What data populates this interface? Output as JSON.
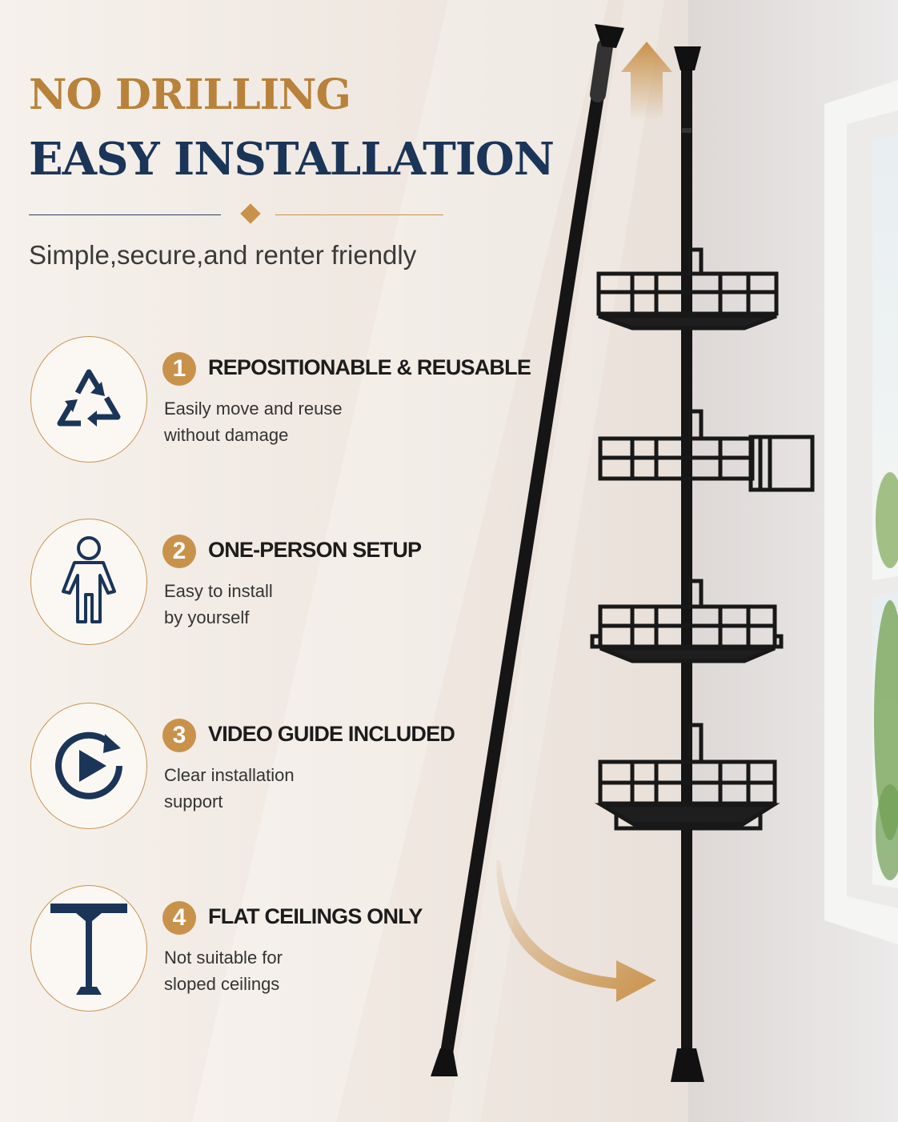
{
  "headline": {
    "line1": "NO DRILLING",
    "line2": "EASY INSTALLATION"
  },
  "subtitle": "Simple,secure,and renter friendly",
  "features": [
    {
      "number": "1",
      "title": "REPOSITIONABLE & REUSABLE",
      "desc_line1": "Easily move and reuse",
      "desc_line2": "without damage",
      "icon": "recycle-icon"
    },
    {
      "number": "2",
      "title": "ONE-PERSON SETUP",
      "desc_line1": "Easy to install",
      "desc_line2": "by yourself",
      "icon": "person-icon"
    },
    {
      "number": "3",
      "title": "VIDEO GUIDE INCLUDED",
      "desc_line1": "Clear installation",
      "desc_line2": "support",
      "icon": "play-refresh-icon"
    },
    {
      "number": "4",
      "title": "FLAT CEILINGS ONLY",
      "desc_line1": "Not suitable for",
      "desc_line2": "sloped ceilings",
      "icon": "flat-ceiling-icon"
    }
  ],
  "colors": {
    "gold": "#c9924a",
    "navy": "#1b3558",
    "pole": "#151515"
  }
}
